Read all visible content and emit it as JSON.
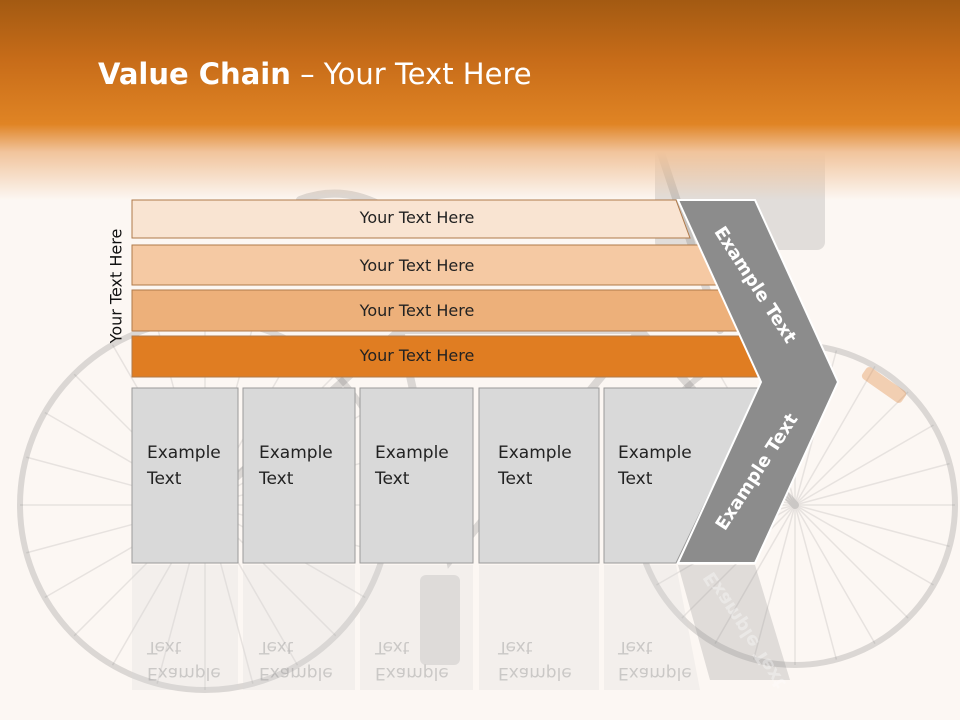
{
  "title": {
    "bold": "Value Chain",
    "rest": " – Your Text Here"
  },
  "side_label": "Your Text Here",
  "bars": [
    {
      "text": "Your Text Here",
      "color": "#f9e4d2"
    },
    {
      "text": "Your Text Here",
      "color": "#f5c9a3"
    },
    {
      "text": "Your Text Here",
      "color": "#edb07a"
    },
    {
      "text": "Your Text Here",
      "color": "#e07d22"
    }
  ],
  "boxes": [
    {
      "line1": "Example",
      "line2": "Text"
    },
    {
      "line1": "Example",
      "line2": "Text"
    },
    {
      "line1": "Example",
      "line2": "Text"
    },
    {
      "line1": "Example",
      "line2": "Text"
    },
    {
      "line1": "Example",
      "line2": "Text"
    }
  ],
  "arrow": {
    "upper_text": "Example Text",
    "lower_text": "Example Text",
    "color": "#8c8c8c"
  },
  "colors": {
    "box_fill": "#d9d9d9",
    "box_border": "#9a9a9a",
    "header_orange": "#e08424",
    "background": "#fcf7f3"
  }
}
